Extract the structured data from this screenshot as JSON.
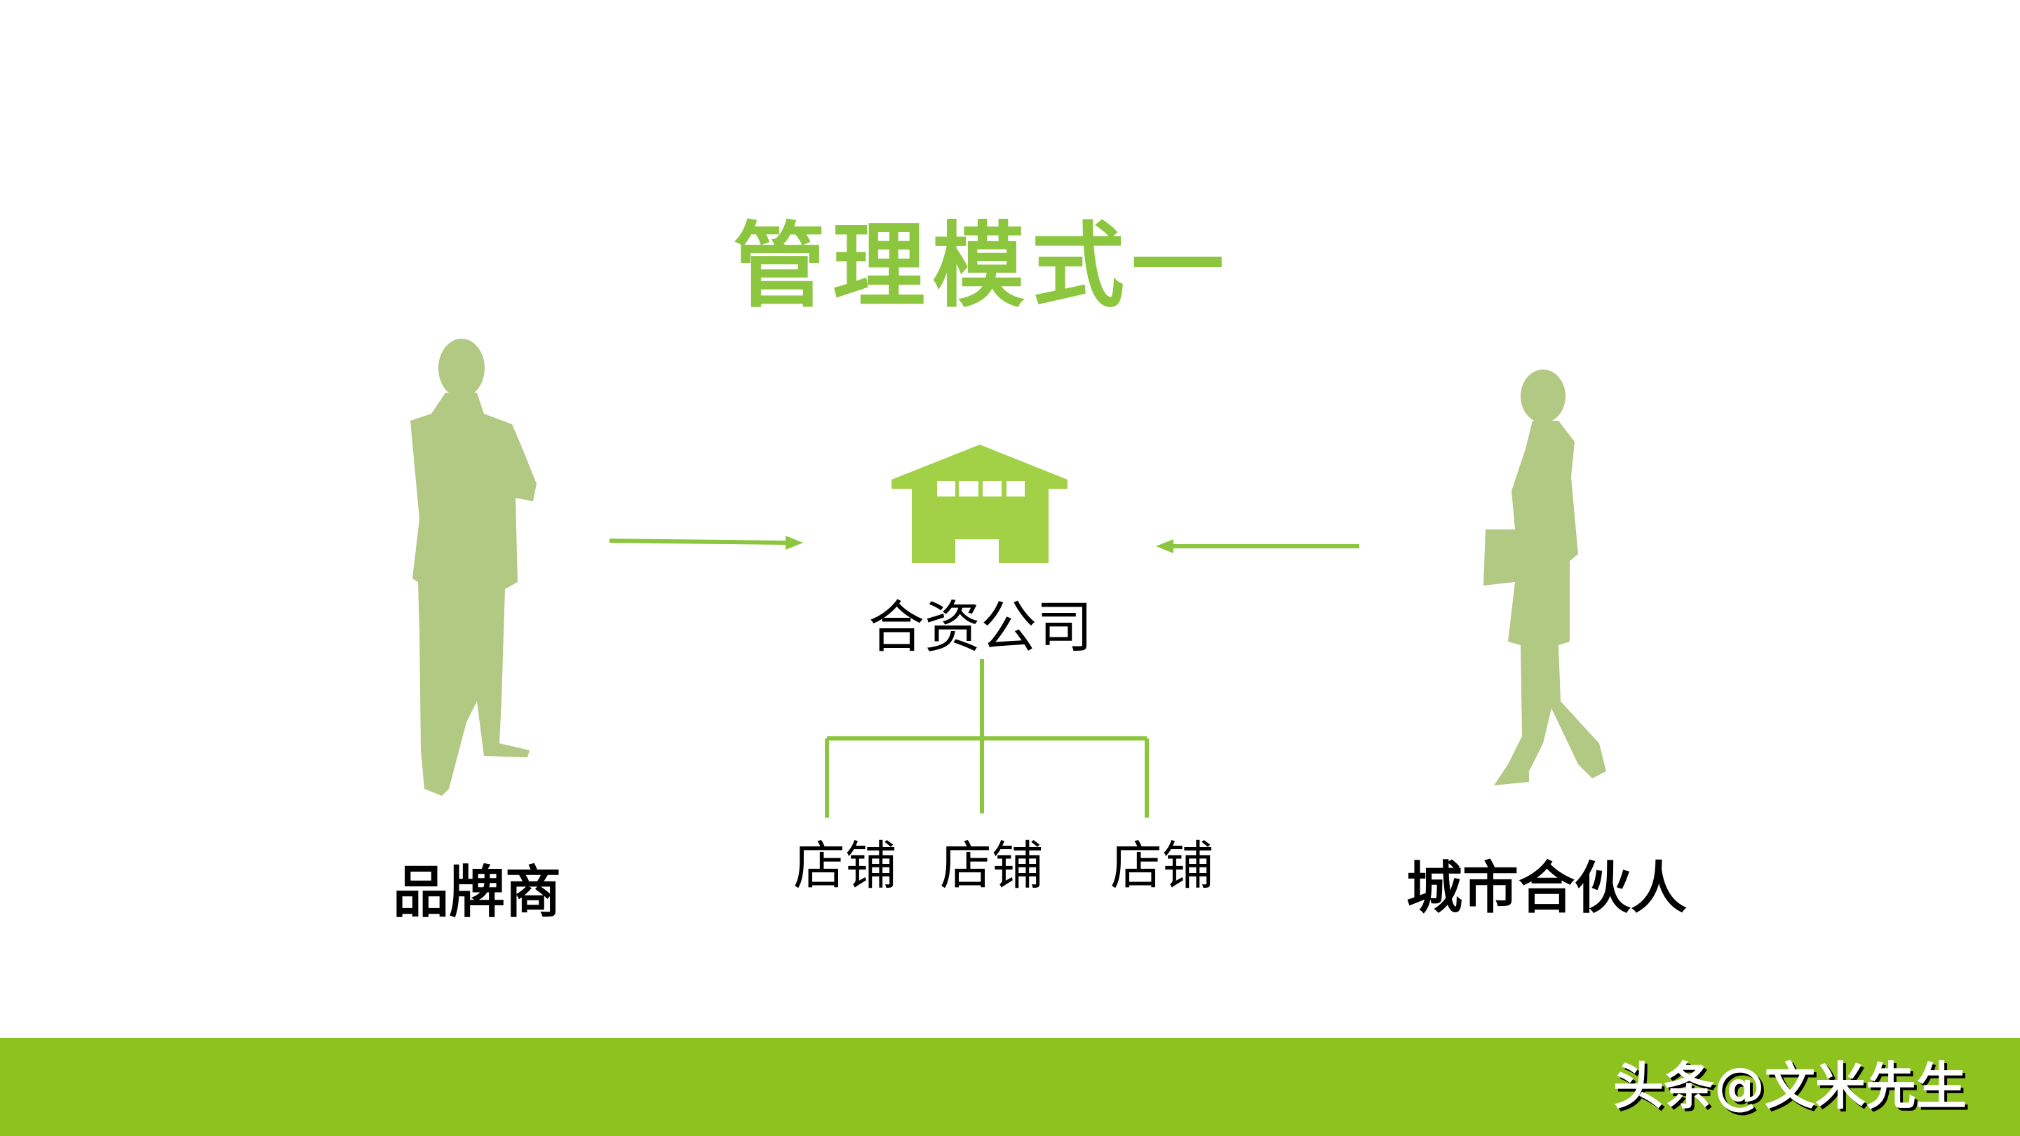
{
  "slide": {
    "title": "管理模式一",
    "left_party": "品牌商",
    "right_party": "城市合伙人",
    "center": "合资公司",
    "stores": [
      "店铺",
      "店铺",
      "店铺"
    ],
    "watermark": "头条@文米先生"
  },
  "icons": {
    "left": "businessman-silhouette-icon",
    "right": "businesswoman-silhouette-icon",
    "center": "warehouse-icon"
  },
  "colors": {
    "accent": "#8cc63f",
    "silhouette": "#b2c984",
    "footer_bar": "#8dc21f"
  }
}
